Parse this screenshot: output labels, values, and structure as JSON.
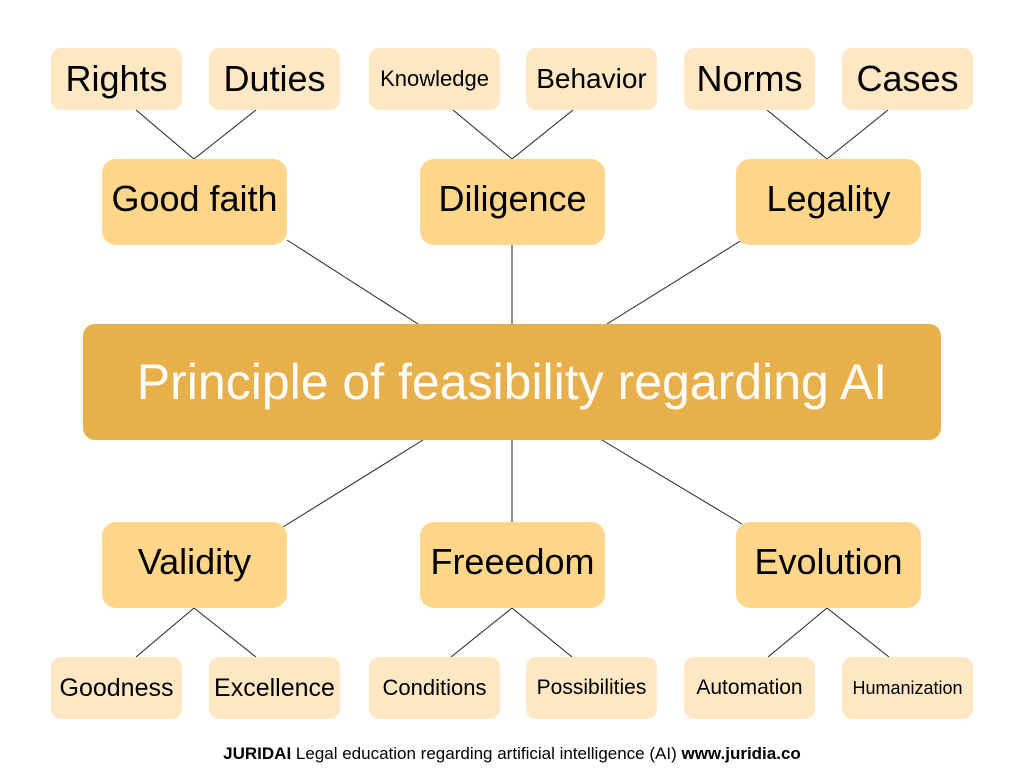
{
  "central": "Principle of feasibility regarding AI",
  "top": [
    {
      "label": "Good faith",
      "children": [
        "Rights",
        "Duties"
      ]
    },
    {
      "label": "Diligence",
      "children": [
        "Knowledge",
        "Behavior"
      ]
    },
    {
      "label": "Legality",
      "children": [
        "Norms",
        "Cases"
      ]
    }
  ],
  "bottom": [
    {
      "label": "Validity",
      "children": [
        "Goodness",
        "Excellence"
      ]
    },
    {
      "label": "Freeedom",
      "children": [
        "Conditions",
        "Possibilities"
      ]
    },
    {
      "label": "Evolution",
      "children": [
        "Automation",
        "Humanization"
      ]
    }
  ],
  "footer": {
    "brand": "JURIDAI",
    "text": " Legal education regarding artificial intelligence (AI) ",
    "url": "www.juridia.co"
  },
  "colors": {
    "central": "#E8B04A",
    "mid": "#FFD68A",
    "leaf": "#FFE8C3"
  }
}
